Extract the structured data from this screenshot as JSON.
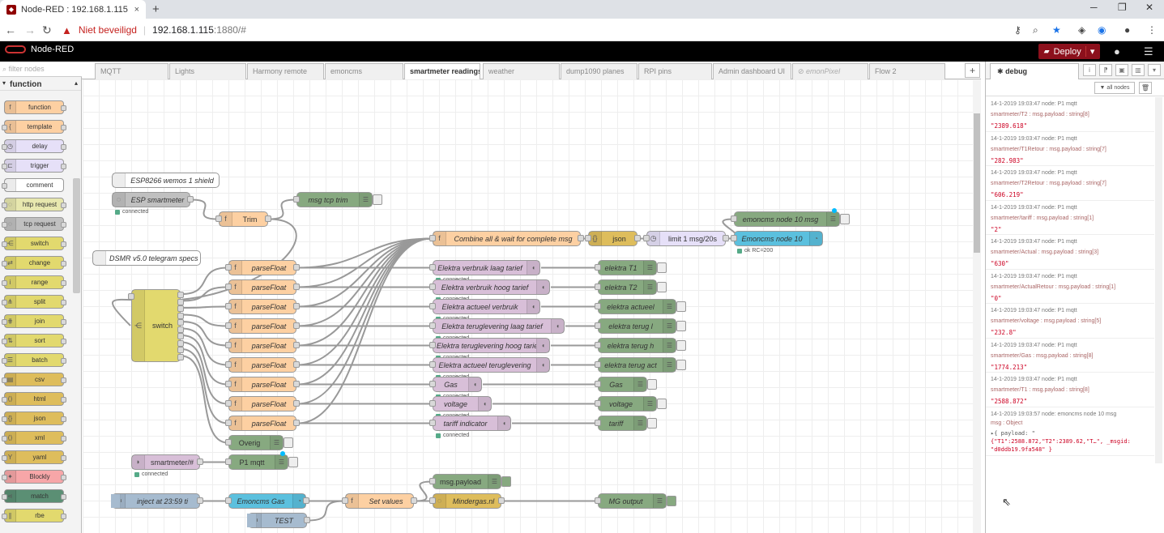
{
  "browser": {
    "tab_title": "Node-RED : 192.168.1.115",
    "tab_close": "×",
    "new_tab": "+",
    "security": "Niet beveiligd",
    "url_host": "192.168.1.115",
    "url_rest": ":1880/#",
    "min": "─",
    "max": "❐",
    "close": "✕"
  },
  "header": {
    "brand": "Node-RED",
    "deploy_label": "Deploy",
    "deploy_caret": "▾"
  },
  "palette": {
    "filter_placeholder": "filter nodes",
    "category": "function",
    "items": [
      {
        "label": "function",
        "icon": "f",
        "color": "#fdd0a2"
      },
      {
        "label": "template",
        "icon": "{",
        "color": "#fdd0a2"
      },
      {
        "label": "delay",
        "icon": "◷",
        "color": "#e6e0f8"
      },
      {
        "label": "trigger",
        "icon": "⊏",
        "color": "#e6e0f8"
      },
      {
        "label": "comment",
        "icon": "",
        "color": "#ffffff"
      },
      {
        "label": "http request",
        "icon": "◌",
        "color": "#e7e7ae"
      },
      {
        "label": "tcp request",
        "icon": "◌",
        "color": "#c0c0c0"
      },
      {
        "label": "switch",
        "icon": "⋲",
        "color": "#e2d96e"
      },
      {
        "label": "change",
        "icon": "⇄",
        "color": "#e2d96e"
      },
      {
        "label": "range",
        "icon": "i",
        "color": "#e2d96e"
      },
      {
        "label": "split",
        "icon": "⋔",
        "color": "#e2d96e"
      },
      {
        "label": "join",
        "icon": "⋕",
        "color": "#e2d96e"
      },
      {
        "label": "sort",
        "icon": "⇅",
        "color": "#e2d96e"
      },
      {
        "label": "batch",
        "icon": "☰",
        "color": "#e2d96e"
      },
      {
        "label": "csv",
        "icon": "▤",
        "color": "#debd5c"
      },
      {
        "label": "html",
        "icon": "⟨⟩",
        "color": "#debd5c"
      },
      {
        "label": "json",
        "icon": "{}",
        "color": "#debd5c"
      },
      {
        "label": "xml",
        "icon": "⟨⟩",
        "color": "#debd5c"
      },
      {
        "label": "yaml",
        "icon": "Y",
        "color": "#debd5c"
      },
      {
        "label": "Blockly",
        "icon": "✦",
        "color": "#f7a6a8"
      },
      {
        "label": "match",
        "icon": "⋖",
        "color": "#5b8f74"
      },
      {
        "label": "rbe",
        "icon": "∥",
        "color": "#e2d96e"
      }
    ]
  },
  "workspace": {
    "tabs": [
      {
        "label": "MQTT",
        "state": "normal"
      },
      {
        "label": "Lights",
        "state": "normal"
      },
      {
        "label": "Harmony remote",
        "state": "normal"
      },
      {
        "label": "emoncms",
        "state": "normal"
      },
      {
        "label": "smartmeter readings",
        "state": "active"
      },
      {
        "label": "weather",
        "state": "normal"
      },
      {
        "label": "dump1090 planes",
        "state": "normal"
      },
      {
        "label": "RPI pins",
        "state": "normal"
      },
      {
        "label": "Admin dashboard UI",
        "state": "normal"
      },
      {
        "label": "⊘ emonPixel",
        "state": "disabled"
      },
      {
        "label": "Flow 2",
        "state": "normal"
      }
    ],
    "add_label": "+"
  },
  "flow": {
    "comment_esp": "ESP8266 wemos 1 shield",
    "esp_smartmeter": "ESP smartmeter",
    "esp_status": "connected",
    "trim": "Trim",
    "msg_tcp_trim": "msg tcp trim",
    "comment_dsmr": "DSMR v5.0 telegram specs",
    "switch": "switch",
    "parsefloat": "parseFloat",
    "overig": "Overig",
    "combine": "Combine all & wait for complete msg",
    "json": "json",
    "limit": "limit 1 msg/20s",
    "emoncms_msg": "emoncms node 10 msg",
    "emoncms_node": "Emoncms node 10",
    "emoncms_status": "ok RC=200",
    "mqtt_outs": [
      {
        "label": "Elektra verbruik laag tarief",
        "status": "connected"
      },
      {
        "label": "Elektra verbruik hoog tarief",
        "status": "connected"
      },
      {
        "label": "Elektra actueel verbruik",
        "status": "connected"
      },
      {
        "label": "Elektra teruglevering laag tarief",
        "status": "connected"
      },
      {
        "label": "Elektra teruglevering hoog tarief",
        "status": "connected"
      },
      {
        "label": "Elektra actueel teruglevering",
        "status": "connected"
      },
      {
        "label": "Gas",
        "status": "connected"
      },
      {
        "label": "voltage",
        "status": "connected"
      },
      {
        "label": "tariff indicator",
        "status": "connected"
      }
    ],
    "debug_outs": [
      "elektra T1",
      "elektra T2",
      "elektra actueel",
      "elektra terug l",
      "elektra terug h",
      "elektra terug act",
      "Gas",
      "voltage",
      "tariff"
    ],
    "smartmeter_in": "smartmeter/#",
    "smartmeter_status": "connected",
    "p1_mqtt": "P1 mqtt",
    "inject_2359": "inject at 23:59 ti",
    "emoncms_gas": "Emoncms Gas",
    "test": "TEST",
    "set_values": "Set values",
    "msg_payload": "msg.payload",
    "mindergas": "Mindergas.nl",
    "mg_output": "MG output"
  },
  "sidebar": {
    "tab_label": "debug",
    "all_nodes": "all nodes",
    "messages": [
      {
        "meta": "14-1-2019 19:03:47   node: P1 mqtt",
        "topic": "smartmeter/T2 : msg.payload : string[8]",
        "value": "\"2389.618\""
      },
      {
        "meta": "14-1-2019 19:03:47   node: P1 mqtt",
        "topic": "smartmeter/T1Retour : msg.payload : string[7]",
        "value": "\"282.983\""
      },
      {
        "meta": "14-1-2019 19:03:47   node: P1 mqtt",
        "topic": "smartmeter/T2Retour : msg.payload : string[7]",
        "value": "\"606.219\""
      },
      {
        "meta": "14-1-2019 19:03:47   node: P1 mqtt",
        "topic": "smartmeter/tariff : msg.payload : string[1]",
        "value": "\"2\""
      },
      {
        "meta": "14-1-2019 19:03:47   node: P1 mqtt",
        "topic": "smartmeter/Actual : msg.payload : string[3]",
        "value": "\"630\""
      },
      {
        "meta": "14-1-2019 19:03:47   node: P1 mqtt",
        "topic": "smartmeter/ActualRetour : msg.payload : string[1]",
        "value": "\"0\""
      },
      {
        "meta": "14-1-2019 19:03:47   node: P1 mqtt",
        "topic": "smartmeter/voltage : msg.payload : string[5]",
        "value": "\"232.8\""
      },
      {
        "meta": "14-1-2019 19:03:47   node: P1 mqtt",
        "topic": "smartmeter/Gas : msg.payload : string[8]",
        "value": "\"1774.213\""
      },
      {
        "meta": "14-1-2019 19:03:47   node: P1 mqtt",
        "topic": "smartmeter/T1 : msg.payload : string[8]",
        "value": "\"2588.872\""
      }
    ],
    "last_meta": "14-1-2019 19:03:57   node: emoncms node 10 msg",
    "last_topic": "msg : Object",
    "last_line1": "▸{ payload: \"",
    "last_line2": "{\"T1\":2588.872,\"T2\":2389.62,\"T…\", _msgid:",
    "last_line3": "\"d0ddb19.9fa548\" }"
  }
}
